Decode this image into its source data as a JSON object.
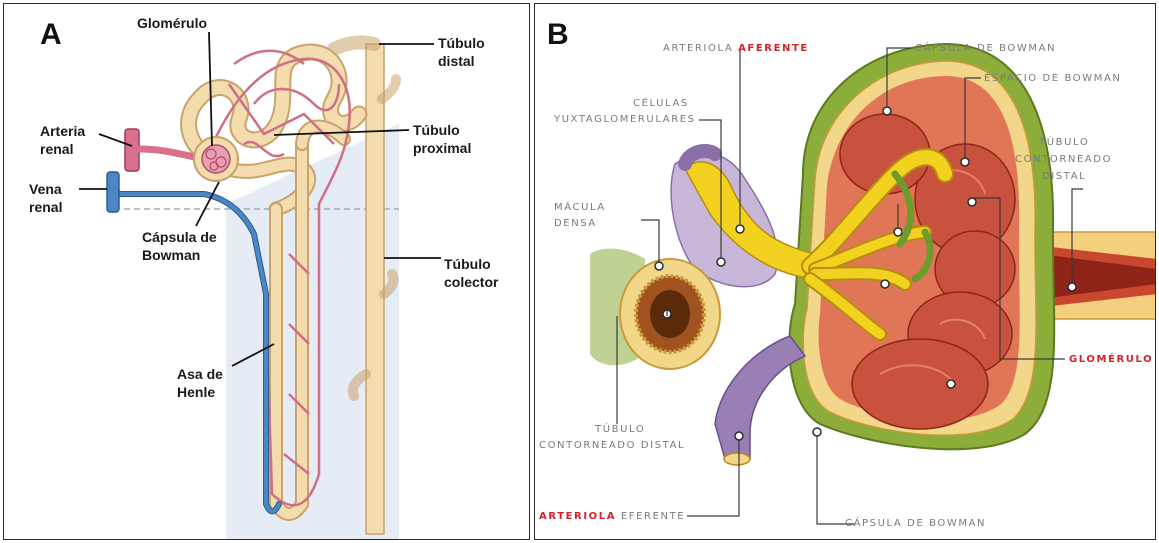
{
  "panel_a": {
    "letter": "A",
    "labels": {
      "glomerulo": "Glomérulo",
      "tubulo_distal_1": "Túbulo",
      "tubulo_distal_2": "distal",
      "arteria_renal_1": "Arteria",
      "arteria_renal_2": "renal",
      "tubulo_proximal_1": "Túbulo",
      "tubulo_proximal_2": "proximal",
      "vena_renal_1": "Vena",
      "vena_renal_2": "renal",
      "capsula_1": "Cápsula de",
      "capsula_2": "Bowman",
      "tubulo_colector_1": "Túbulo",
      "tubulo_colector_2": "colector",
      "asa_1": "Asa de",
      "asa_2": "Henle"
    }
  },
  "panel_b": {
    "letter": "B",
    "labels": {
      "arteriola_aferente_1": "ARTERIOLA",
      "arteriola_aferente_2": "AFERENTE",
      "capsula_top": "CÁPSULA DE BOWMAN",
      "espacio": "ESPACIO DE BOWMAN",
      "celulas_1": "CÉLULAS",
      "celulas_2": "YUXTAGLOMERULARES",
      "tubulo_cd_right_1": "TÚBULO",
      "tubulo_cd_right_2": "CONTORNEADO",
      "tubulo_cd_right_3": "DISTAL",
      "macula_1": "MÁCULA",
      "macula_2": "DENSA",
      "glomerulo": "GLOMÉRULO",
      "tubulo_cd_left_1": "TÚBULO",
      "tubulo_cd_left_2": "CONTORNEADO DISTAL",
      "arteriola_eferente_1": "ARTERIOLA",
      "arteriola_eferente_2": "EFERENTE",
      "capsula_bottom": "CÁPSULA DE BOWMAN"
    }
  },
  "colors": {
    "tubule": "#f3dcae",
    "tubule_edge": "#c9a36b",
    "capillary": "#cf6f86",
    "vein": "#4a87c4",
    "capsule_green": "#8cad3a",
    "glomerulus": "#c9523f",
    "yellow": "#f2d21e",
    "label_red": "#d2232a"
  }
}
